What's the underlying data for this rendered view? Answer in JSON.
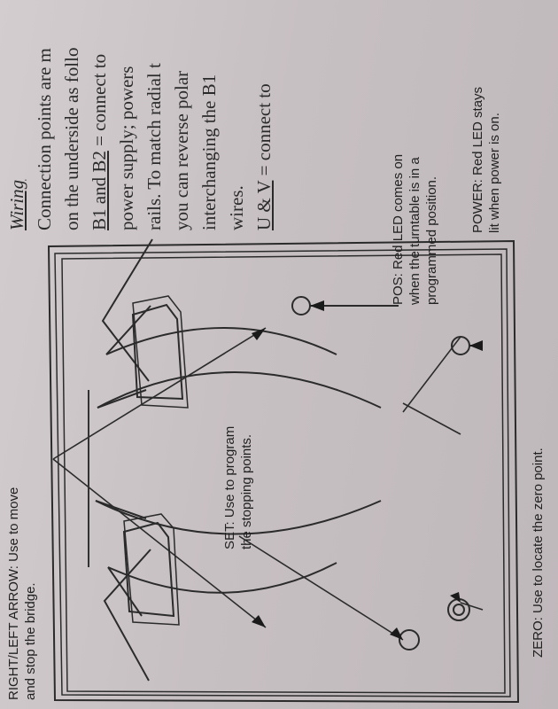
{
  "labels": {
    "arrow": [
      "RIGHT/LEFT ARROW: Use to move",
      "and stop the bridge."
    ],
    "set": [
      "SET: Use to program",
      "the stopping points."
    ],
    "zero": [
      "ZERO: Use to locate the zero point."
    ],
    "pos": [
      "POS: Red LED comes on",
      "when the turntable is in a",
      "programmed position."
    ],
    "power": [
      "POWER: Red LED stays",
      "lit when power is on."
    ]
  },
  "wiring": {
    "heading": "Wiring",
    "line1": "Connection points are m",
    "line2": "on the underside as follo",
    "line3_label": "B1 and B2",
    "line3_rest": " = connect to",
    "line4": "power supply; powers",
    "line5": "rails. To match radial t",
    "line6": "you can reverse polar",
    "line7": "interchanging the B1",
    "line8": "wires.",
    "line9_label": "U & V",
    "line9_rest": " = connect to"
  }
}
